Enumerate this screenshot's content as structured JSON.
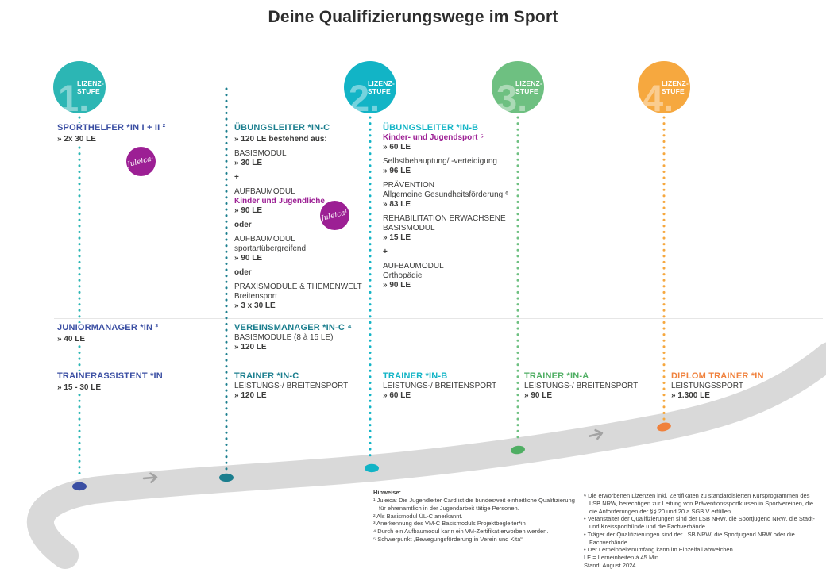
{
  "title": "Deine Qualifizierungswege im Sport",
  "colors": {
    "title_text": "#2d2d2d",
    "body_text": "#3c3c3b",
    "teal": "#2cb6b4",
    "cyan": "#12b4c6",
    "petrol": "#1b7e8e",
    "indigo": "#3b4fa3",
    "green": "#6ec081",
    "green_dark": "#4fae63",
    "orange": "#f6a83f",
    "orange_dark": "#f0813c",
    "purple": "#9c1f94",
    "road": "#d9d9d9",
    "arrow": "#a3a3a3",
    "divider": "#e6e6e6"
  },
  "levels": [
    {
      "num": "1.",
      "label": "LIZENZ-\nSTUFE"
    },
    {
      "num": "2.",
      "label": "LIZENZ-\nSTUFE"
    },
    {
      "num": "3.",
      "label": "LIZENZ-\nSTUFE"
    },
    {
      "num": "4.",
      "label": "LIZENZ-\nSTUFE"
    }
  ],
  "col1": {
    "sporthelfer": {
      "title": "SPORTHELFER *IN I + II ²",
      "le": "» 2x 30 LE"
    },
    "juleica": "Juleica¹",
    "juniormanager": {
      "title": "JUNIORMANAGER *IN ³",
      "le": "» 40 LE"
    },
    "trainerassistent": {
      "title": "TRAINERASSISTENT *IN",
      "le": "» 15 - 30 LE"
    }
  },
  "col2": {
    "uebungsleiter": {
      "title": "ÜBUNGSLEITER *IN-C",
      "le": "» 120 LE bestehend aus:",
      "basismodul": "BASISMODUL",
      "basismodul_le": "» 30 LE",
      "plus": "+",
      "aufbau1": "AUFBAUMODUL",
      "aufbau1_sub": "Kinder und Jugendliche",
      "aufbau1_le": "» 90 LE",
      "juleica": "Juleica¹",
      "oder1": "oder",
      "aufbau2": "AUFBAUMODUL",
      "aufbau2_sub": "sportartübergreifend",
      "aufbau2_le": "» 90 LE",
      "oder2": "oder",
      "praxis": "PRAXISMODULE & THEMENWELT",
      "praxis_sub": "Breitensport",
      "praxis_le": "» 3 x 30 LE"
    },
    "vereinsmanager": {
      "title": "VEREINSMANAGER *IN-C ⁴",
      "sub": "BASISMODULE (8 à 15 LE)",
      "le": "» 120 LE"
    },
    "trainer": {
      "title": "TRAINER *IN-C",
      "sub": "LEISTUNGS-/ BREITENSPORT",
      "le": "» 120 LE"
    }
  },
  "col3": {
    "uebungsleiter": {
      "title": "ÜBUNGSLEITER *IN-B",
      "sub": "Kinder- und Jugendsport ⁵",
      "le": "» 60 LE",
      "selbst": "Selbstbehauptung/ -verteidigung",
      "selbst_le": "» 96 LE",
      "praevention": "PRÄVENTION",
      "praevention_sub": "Allgemeine Gesundheitsförderung ⁶",
      "praevention_le": "» 83 LE",
      "reha1": "REHABILITATION ERWACHSENE",
      "reha2": "BASISMODUL",
      "reha_le": "» 15 LE",
      "plus": "+",
      "aufbau": "AUFBAUMODUL",
      "aufbau_sub": "Orthopädie",
      "aufbau_le": "» 90 LE"
    },
    "trainer": {
      "title": "TRAINER *IN-B",
      "sub": "LEISTUNGS-/ BREITENSPORT",
      "le": "» 60 LE"
    }
  },
  "col4": {
    "trainer": {
      "title": "TRAINER *IN-A",
      "sub": "LEISTUNGS-/ BREITENSPORT",
      "le": "» 90 LE"
    }
  },
  "col5": {
    "trainer": {
      "title": "DIPLOM TRAINER *IN",
      "sub": "LEISTUNGSSPORT",
      "le": "» 1.300 LE"
    }
  },
  "hinweise": {
    "title": "Hinweise:",
    "lines": [
      "¹ Juleica: Die Jugendleiter Card ist die bundesweit einheitliche Qualifizierung für ehrenamtlich in der Jugendarbeit tätige Personen.",
      "² Als Basismodul ÜL-C anerkannt.",
      "³ Anerkennung des VM-C Basismoduls Projektbegleiter*in",
      "⁴ Durch ein Aufbaumodul kann ein VM-Zertifikat erworben werden.",
      "⁵ Schwerpunkt „Bewegungsförderung in Verein und Kita“"
    ]
  },
  "rechts": {
    "lines": [
      "⁶ Die erworbenen Lizenzen inkl. Zertifikaten zu standardisierten Kursprogrammen des LSB NRW, berechtigen zur Leitung von Präventionssportkursen in Sportvereinen, die die Anforderungen der §§ 20 und 20 a SGB V erfüllen.",
      "• Veranstalter der Qualifizierungen sind der LSB NRW, die Sportjugend NRW, die Stadt- und Kreissportbünde und die Fachverbände.",
      "• Träger der Qualifizierungen sind der LSB NRW, die Sportjugend NRW oder die Fachverbände.",
      "• Der Lerneinheitenumfang kann im Einzelfall abweichen.",
      "LE = Lerneinheiten à 45 Min.",
      "Stand: August 2024"
    ]
  }
}
